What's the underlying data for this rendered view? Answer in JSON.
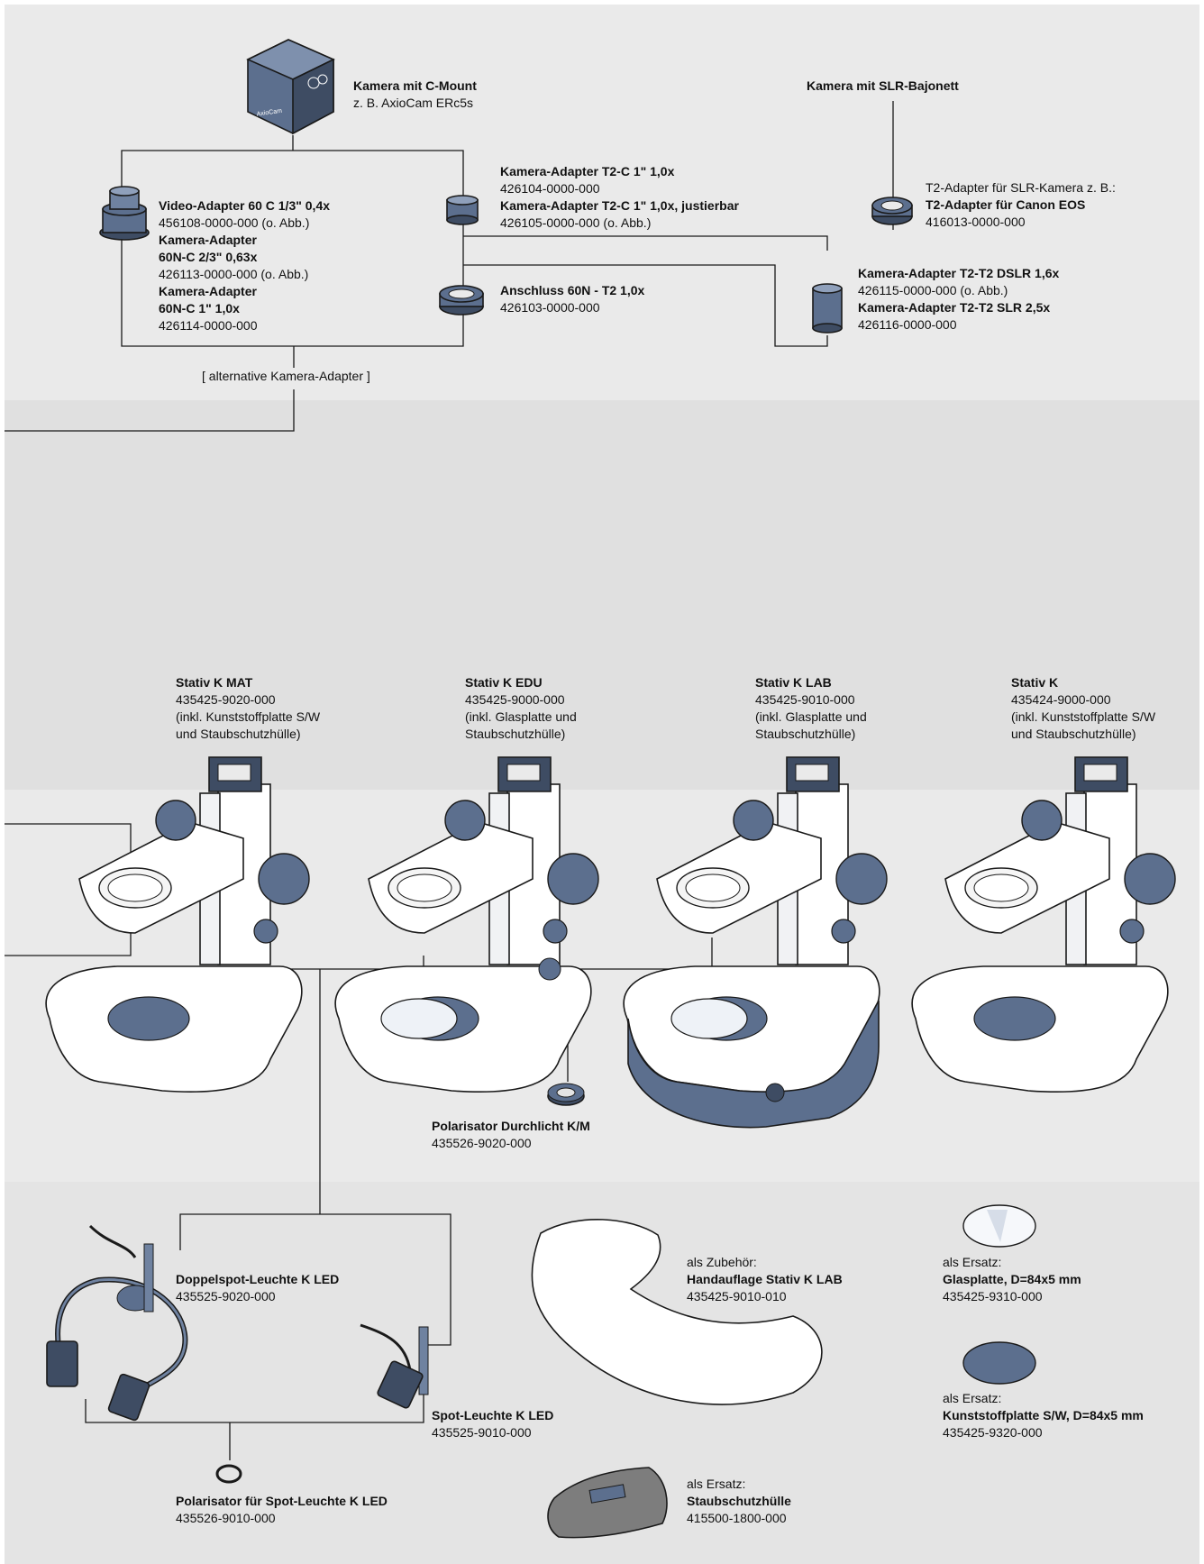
{
  "colors": {
    "band_light": "#eaeaea",
    "band_mid": "#e0e0e0",
    "band_bottom": "#e4e4e4",
    "accent_blue": "#5c6f8e"
  },
  "camera_c": {
    "title": "Kamera mit C-Mount",
    "sub": "z. B. AxioCam ERc5s"
  },
  "camera_slr": {
    "title": "Kamera mit SLR-Bajonett"
  },
  "video_adapter": {
    "l1": "Video-Adapter 60 C 1/3\" 0,4x",
    "l2": "456108-0000-000 (o. Abb.)",
    "l3": "Kamera-Adapter",
    "l4": "60N-C 2/3\" 0,63x",
    "l5": "426113-0000-000 (o. Abb.)",
    "l6": "Kamera-Adapter",
    "l7": "60N-C 1\" 1,0x",
    "l8": "426114-0000-000"
  },
  "t2c_adapter": {
    "l1": "Kamera-Adapter T2-C 1\" 1,0x",
    "l2": "426104-0000-000",
    "l3": "Kamera-Adapter T2-C 1\" 1,0x, justierbar",
    "l4": "426105-0000-000 (o. Abb.)"
  },
  "anschluss": {
    "l1": "Anschluss 60N - T2 1,0x",
    "l2": "426103-0000-000"
  },
  "t2_slr": {
    "l1": "T2-Adapter für SLR-Kamera z. B.:",
    "l2": "T2-Adapter für Canon EOS",
    "l3": "416013-0000-000"
  },
  "t2t2": {
    "l1": "Kamera-Adapter T2-T2 DSLR 1,6x",
    "l2": "426115-0000-000 (o. Abb.)",
    "l3": "Kamera-Adapter T2-T2 SLR 2,5x",
    "l4": "426116-0000-000"
  },
  "alt_adapter": "[ alternative Kamera-Adapter ]",
  "stands": [
    {
      "name": "Stativ K MAT",
      "num": "435425-9020-000",
      "n1": "(inkl. Kunststoffplatte S/W",
      "n2": "und Staubschutzhülle)"
    },
    {
      "name": "Stativ K EDU",
      "num": "435425-9000-000",
      "n1": "(inkl. Glasplatte und",
      "n2": "Staubschutzhülle)"
    },
    {
      "name": "Stativ K LAB",
      "num": "435425-9010-000",
      "n1": "(inkl. Glasplatte und",
      "n2": "Staubschutzhülle)"
    },
    {
      "name": "Stativ K",
      "num": "435424-9000-000",
      "n1": "(inkl. Kunststoffplatte S/W",
      "n2": "und Staubschutzhülle)"
    }
  ],
  "polarisator_dl": {
    "l1": "Polarisator Durchlicht K/M",
    "l2": "435526-9020-000"
  },
  "doppelspot": {
    "l1": "Doppelspot-Leuchte K LED",
    "l2": "435525-9020-000"
  },
  "spot": {
    "l1": "Spot-Leuchte K LED",
    "l2": "435525-9010-000"
  },
  "polarisator_spot": {
    "l1": "Polarisator für Spot-Leuchte K LED",
    "l2": "435526-9010-000"
  },
  "handauflage": {
    "l1": "als Zubehör:",
    "l2": "Handauflage Stativ K LAB",
    "l3": "435425-9010-010"
  },
  "glasplatte": {
    "l1": "als Ersatz:",
    "l2": "Glasplatte, D=84x5 mm",
    "l3": "435425-9310-000"
  },
  "kunststoffplatte": {
    "l1": "als Ersatz:",
    "l2": "Kunststoffplatte S/W, D=84x5 mm",
    "l3": "435425-9320-000"
  },
  "staubschutz": {
    "l1": "als Ersatz:",
    "l2": "Staubschutzhülle",
    "l3": "415500-1800-000"
  },
  "camera_brand": "AxioCam"
}
